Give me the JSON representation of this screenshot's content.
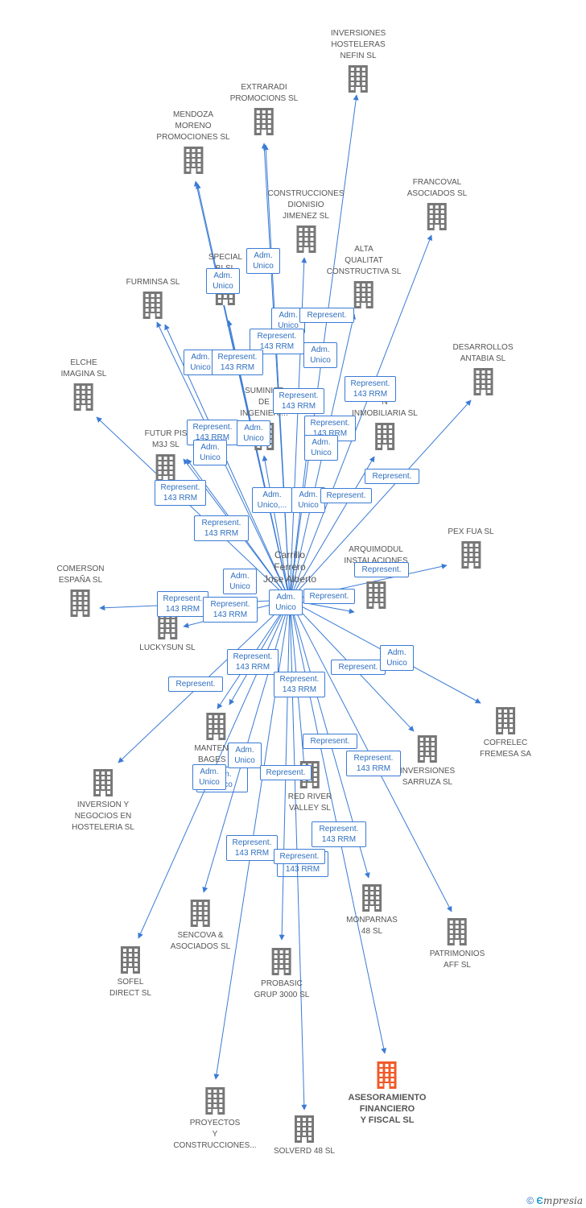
{
  "center": {
    "label": "Carrillo\nFerrero\nJose Alberto"
  },
  "companies": [
    {
      "id": "c1",
      "label": "INVERSIONES\nHOSTELERAS\nNEFIN SL",
      "highlight": false
    },
    {
      "id": "c2",
      "label": "EXTRARADI\nPROMOCIONS SL",
      "highlight": false
    },
    {
      "id": "c3",
      "label": "MENDOZA\nMORENO\nPROMOCIONES SL",
      "highlight": false
    },
    {
      "id": "c4",
      "label": "CONSTRUCCIONES\nDIONISIO\nJIMENEZ SL",
      "highlight": false
    },
    {
      "id": "c5",
      "label": "FRANCOVAL\nASOCIADOS SL",
      "highlight": false
    },
    {
      "id": "c6",
      "label": "SPECIAL\nBI SL",
      "highlight": false
    },
    {
      "id": "c7",
      "label": "FURMINSA SL",
      "highlight": false
    },
    {
      "id": "c8",
      "label": "ALTA\nQUALITAT\nCONSTRUCTIVA SL",
      "highlight": false
    },
    {
      "id": "c9",
      "label": "DESARROLLOS\nANTABIA SL",
      "highlight": false
    },
    {
      "id": "c10",
      "label": "ELCHE\nIMAGINA SL",
      "highlight": false
    },
    {
      "id": "c11",
      "label": "SUMINIST\nDE\nINGENIERI...",
      "highlight": false
    },
    {
      "id": "c12",
      "label": "N\nINMOBILIARIA SL",
      "highlight": false
    },
    {
      "id": "c13",
      "label": "FUTUR PIS\nM3J SL",
      "highlight": false
    },
    {
      "id": "c14",
      "label": "PEX FUA SL",
      "highlight": false
    },
    {
      "id": "c15",
      "label": "ARQUIMODUL\nINSTALACIONES\nMO",
      "highlight": false
    },
    {
      "id": "c16",
      "label": "COMERSON\nESPAÑA SL",
      "highlight": false
    },
    {
      "id": "c17",
      "label": "LUCKYSUN SL",
      "highlight": false
    },
    {
      "id": "c18",
      "label": "COFRELEC\nFREMESA SA",
      "highlight": false
    },
    {
      "id": "c19",
      "label": "MANTENIM\nBAGES S",
      "highlight": false
    },
    {
      "id": "c20",
      "label": "INVERSIONES\nSARRUZA SL",
      "highlight": false
    },
    {
      "id": "c21",
      "label": "RED RIVER\nVALLEY SL",
      "highlight": false
    },
    {
      "id": "c22",
      "label": "INVERSION Y\nNEGOCIOS EN\nHOSTELERIA SL",
      "highlight": false
    },
    {
      "id": "c23",
      "label": "MONPARNAS\n48 SL",
      "highlight": false
    },
    {
      "id": "c24",
      "label": "SENCOVA &\nASOCIADOS SL",
      "highlight": false
    },
    {
      "id": "c25",
      "label": "PATRIMONIOS\nAFF SL",
      "highlight": false
    },
    {
      "id": "c26",
      "label": "SOFEL\nDIRECT SL",
      "highlight": false
    },
    {
      "id": "c27",
      "label": "PROBASIC\nGRUP 3000 SL",
      "highlight": false
    },
    {
      "id": "c28",
      "label": "ASESORAMIENTO\nFINANCIERO\nY FISCAL SL",
      "highlight": true
    },
    {
      "id": "c29",
      "label": "PROYECTOS\nY\nCONSTRUCCIONES...",
      "highlight": false
    },
    {
      "id": "c30",
      "label": "SOLVERD 48 SL",
      "highlight": false
    }
  ],
  "badges": [
    {
      "id": "b1",
      "label": "Adm.\nUnico"
    },
    {
      "id": "b2",
      "label": "Adm.\nUnico"
    },
    {
      "id": "b3",
      "label": "Adm.\nUnico"
    },
    {
      "id": "b4",
      "label": "Represent."
    },
    {
      "id": "b5",
      "label": "Represent.\n143 RRM"
    },
    {
      "id": "b6",
      "label": "Adm.\nUnico"
    },
    {
      "id": "b7",
      "label": "Adm.\nUnico"
    },
    {
      "id": "b8",
      "label": "Represent.\n143 RRM"
    },
    {
      "id": "b9",
      "label": "Represent.\n143 RRM"
    },
    {
      "id": "b10",
      "label": "Represent.\n143 RRM"
    },
    {
      "id": "b11",
      "label": "Represent.\n143 RRM"
    },
    {
      "id": "b12",
      "label": "Represent.\n143 RRM"
    },
    {
      "id": "b13",
      "label": "Adm.\nUnico"
    },
    {
      "id": "b14",
      "label": "Adm.\nUnico"
    },
    {
      "id": "b15",
      "label": "Adm.\nUnico"
    },
    {
      "id": "b16",
      "label": "Represent."
    },
    {
      "id": "b17",
      "label": "Represent.\n143 RRM"
    },
    {
      "id": "b18",
      "label": "Adm.\nUnico,..."
    },
    {
      "id": "b19",
      "label": "Adm.\nUnico"
    },
    {
      "id": "b20",
      "label": "Represent."
    },
    {
      "id": "b21",
      "label": "Represent.\n143 RRM"
    },
    {
      "id": "b22",
      "label": "Represent."
    },
    {
      "id": "b23",
      "label": "Adm.\nUnico"
    },
    {
      "id": "b24",
      "label": "Represent.\n143 RRM"
    },
    {
      "id": "b25",
      "label": "Represent.\n143 RRM"
    },
    {
      "id": "b26",
      "label": "Adm.\nUnico"
    },
    {
      "id": "b27",
      "label": "Represent."
    },
    {
      "id": "b28",
      "label": "Represent.\n143 RRM"
    },
    {
      "id": "b29",
      "label": "Represent."
    },
    {
      "id": "b30",
      "label": "Adm.\nUnico"
    },
    {
      "id": "b31",
      "label": "Represent.\n143 RRM"
    },
    {
      "id": "b32",
      "label": "Represent."
    },
    {
      "id": "b33",
      "label": "Represent."
    },
    {
      "id": "b34",
      "label": "Adm.\nUnico"
    },
    {
      "id": "b35",
      "label": "Adm.\nUnico"
    },
    {
      "id": "b36",
      "label": "Represent.\n143 RRM"
    },
    {
      "id": "b37",
      "label": "Represent."
    },
    {
      "id": "b38",
      "label": "Represent.\n143 RRM"
    },
    {
      "id": "b39",
      "label": "Represent.\n143 RRM"
    },
    {
      "id": "b40",
      "label": "Represent."
    },
    {
      "id": "b41",
      "label": "Represent."
    },
    {
      "id": "b42",
      "label": "Adm.\nUnico"
    },
    {
      "id": "b43",
      "label": "Represent.\n143 RRM"
    }
  ],
  "colors": {
    "edge": "#3a7bd5",
    "building": "#777777",
    "highlight": "#f05a28",
    "badge_text": "#2f6fc0"
  },
  "footer": {
    "copyright": "©",
    "brand_initial": "Є",
    "brand_rest": "mpresia"
  }
}
